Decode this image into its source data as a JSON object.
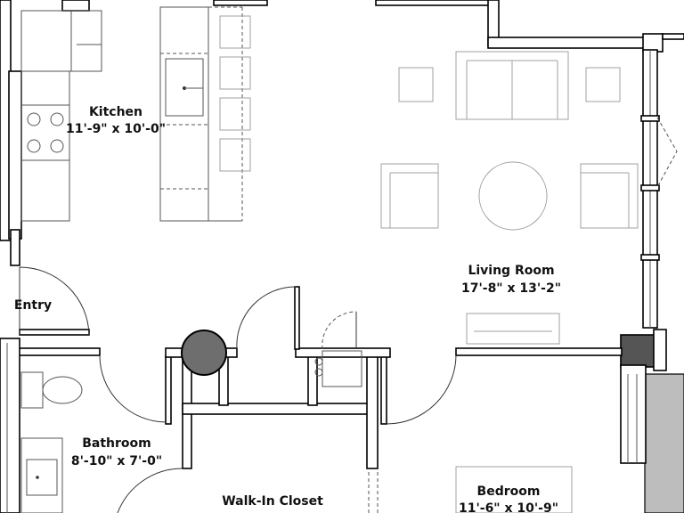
{
  "rooms": {
    "kitchen": {
      "name": "Kitchen",
      "dims": "11'-9\" x 10'-0\""
    },
    "living": {
      "name": "Living Room",
      "dims": "17'-8\" x 13'-2\""
    },
    "entry": {
      "name": "Entry"
    },
    "bathroom": {
      "name": "Bathroom",
      "dims": "8'-10\" x 7'-0\""
    },
    "closet": {
      "name": "Walk-In Closet"
    },
    "bedroom": {
      "name": "Bedroom",
      "dims": "11'-6\" x 10'-9\""
    }
  },
  "colors": {
    "wall": "#000000",
    "column": "#6e6e6e",
    "furniture": "#a0a0a0",
    "background": "#ffffff"
  }
}
